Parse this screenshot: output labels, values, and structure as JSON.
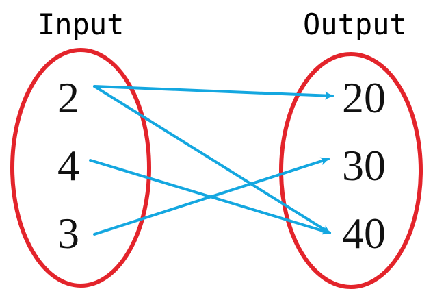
{
  "diagram": {
    "input_heading": "Input",
    "output_heading": "Output",
    "inputs": [
      "2",
      "4",
      "3"
    ],
    "outputs": [
      "20",
      "30",
      "40"
    ],
    "mappings": [
      {
        "from": "2",
        "to": "20"
      },
      {
        "from": "2",
        "to": "40"
      },
      {
        "from": "4",
        "to": "40"
      },
      {
        "from": "3",
        "to": "30"
      }
    ],
    "colors": {
      "oval": "#e3242b",
      "arrow": "#14a7e0",
      "text": "#111111"
    }
  }
}
